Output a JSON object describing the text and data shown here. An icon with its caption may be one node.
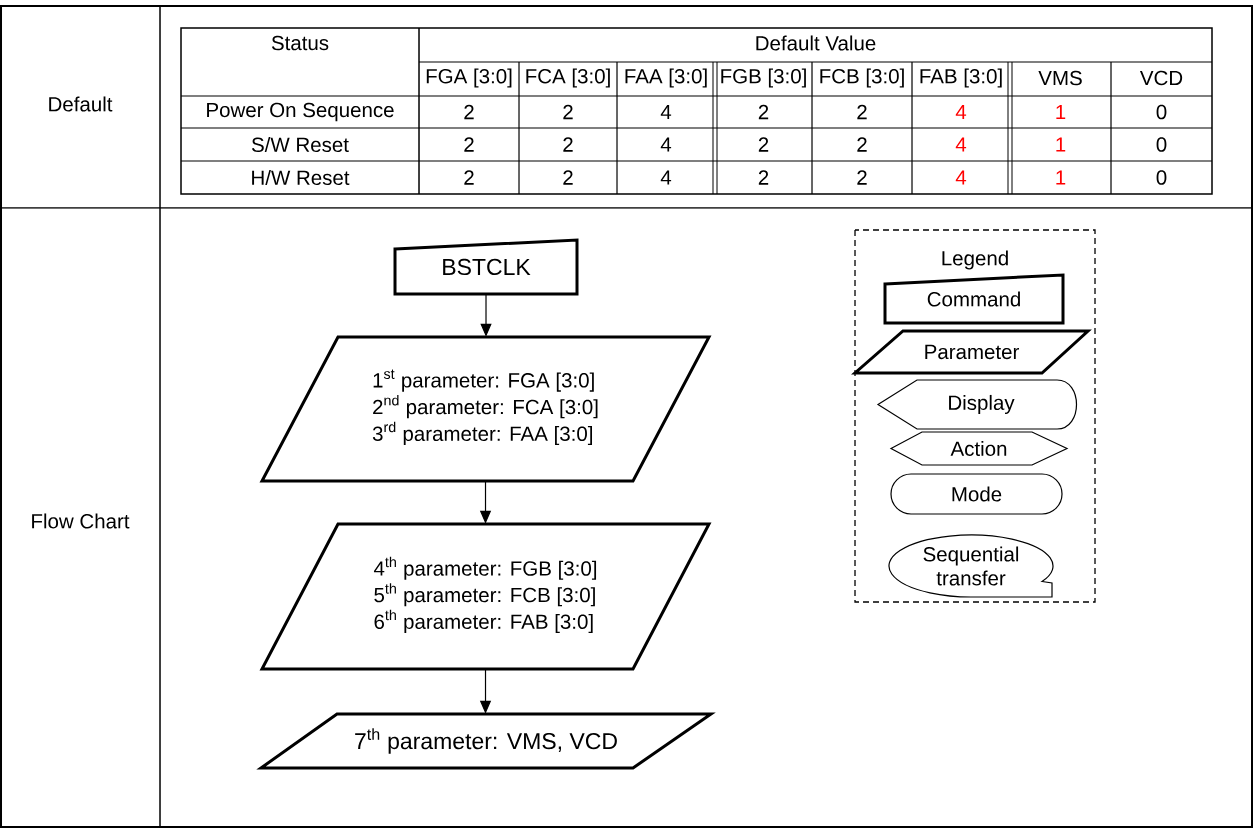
{
  "diagram": {
    "nodes": [
      {
        "text": [
          "BSTCLK"
        ]
      },
      {
        "text": [
          "\\begin{array}{@{}l@{}}\\text{1}^{\\text{st}}\\text{ parameter: FGA [3:0]}\\\\ \\text{2}^{\\text{nd}}\\text{ parameter: FCA [3:0]}\\\\ \\text{3}^{\\text{rd}}\\text{ parameter: FAA [3:0]}\\end{array}"
        ]
      },
      {
        "text": [
          "\\begin{array}{@{}l@{}}\\text{4}^{\\text{th}}\\text{ parameter: FGB [3:0]}\\\\ \\text{5}^{\\text{th}}\\text{ parameter: FCB [3:0]}\\\\ \\text{6}^{\\text{th}}\\text{ parameter: FAB [3:0]}\\end{array}"
        ]
      },
      {
        "text": [
          "\\text{7}^{\\text{th}}\\text{ parameter: VMS, VCD}"
        ]
      },
      {
        "text": [
          "Legend"
        ]
      },
      {
        "text": [
          "Command"
        ],
        "in": 4
      },
      {
        "text": [
          "Parameter"
        ],
        "in": 4
      },
      {
        "text": [
          "Display"
        ],
        "in": 4
      },
      {
        "text": [
          "Action"
        ],
        "in": 4
      },
      {
        "text": [
          "Mode"
        ],
        "in": 4
      },
      {
        "text": [
          "Sequential transfer"
        ],
        "in": 4
      }
    ],
    "edges": [
      {
        "from": 0,
        "to": 1,
        "arrow": "to"
      },
      {
        "from": 1,
        "to": 2,
        "arrow": "to"
      },
      {
        "from": 2,
        "to": 3,
        "arrow": "to"
      }
    ],
    "labels": [
      "Default",
      "Status",
      "Default Value",
      "FGA [3:0]",
      "FCA [3:0]",
      "FAA [3:0]",
      "FGB [3:0]",
      "FCB [3:0]",
      "FAB [3:0]",
      "VMS",
      "VCD",
      "Power On Sequence",
      "2",
      "2",
      "4",
      "2",
      "2",
      "4",
      "1",
      "0",
      "S/W Reset",
      "2",
      "2",
      "4",
      "2",
      "2",
      "4",
      "1",
      "0",
      "H/W Reset",
      "2",
      "2",
      "4",
      "2",
      "2",
      "4",
      "1",
      "0",
      "Flow Chart"
    ]
  }
}
